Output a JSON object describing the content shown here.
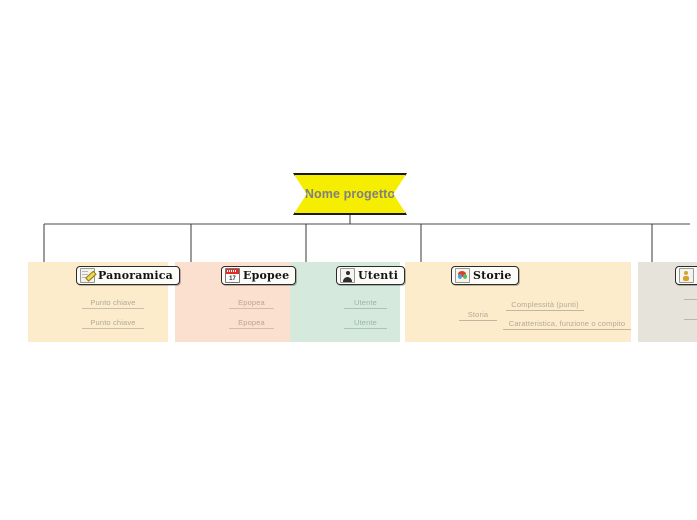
{
  "canvas": {
    "background": "#ffffff",
    "root": {
      "label": "Nome progetto",
      "fill": "#f5ee00",
      "text_color": "#808080",
      "shape": "banner-hexagon"
    }
  },
  "branches": [
    {
      "id": "panoramica",
      "label": "Panoramica",
      "icon": "memo-pencil-icon",
      "band_color": "#fdeccb",
      "children": [
        {
          "label": "Punto chiave"
        },
        {
          "label": "Punto chiave"
        }
      ]
    },
    {
      "id": "epopee",
      "label": "Epopee",
      "icon": "calendar-icon",
      "icon_day": "17",
      "band_color": "#fbe0d0",
      "children": [
        {
          "label": "Epopea"
        },
        {
          "label": "Epopea"
        }
      ]
    },
    {
      "id": "utenti",
      "label": "Utenti",
      "icon": "user-bust-icon",
      "band_color": "#d5e9dd",
      "children": [
        {
          "label": "Utente"
        },
        {
          "label": "Utente"
        }
      ]
    },
    {
      "id": "storie",
      "label": "Storie",
      "icon": "flower-bouquet-icon",
      "band_color": "#fdeccb",
      "children": [
        {
          "label": "Storia",
          "children": [
            {
              "label": "Complessità (punti)"
            },
            {
              "label": "Caratteristica, funzione o compito"
            }
          ]
        }
      ]
    },
    {
      "id": "clipped-branch",
      "label": "",
      "icon": "generic-icon",
      "band_color": "#e6e3db",
      "children": [
        {
          "label": ""
        },
        {
          "label": ""
        }
      ]
    }
  ],
  "connectors": {
    "line_color": "#4a4a4a",
    "diamond_fill": "#fbfbf8",
    "style": "orthogonal-tree"
  }
}
